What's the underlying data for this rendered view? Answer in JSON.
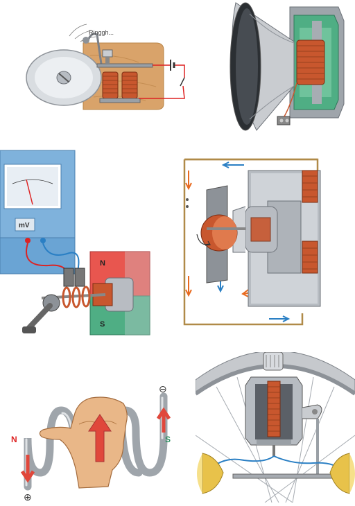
{
  "bell": {
    "sound_label": "Ringgh..."
  },
  "voltmeter": {
    "unit_label": "mV",
    "north_label": "N",
    "south_label": "S"
  },
  "coil": {
    "north_label": "N",
    "south_label": "S",
    "minus_label": "⊖",
    "plus_label": "⊕"
  },
  "colors": {
    "copper": "#c8572e",
    "magnet_red": "#e8564f",
    "magnet_green": "#4fae84",
    "steel": "#b8bcc2",
    "arrow_red": "#e0473b",
    "arrow_blue": "#2a7fc4",
    "arrow_orange": "#e86a1f",
    "wire_tan": "#b08a48"
  }
}
